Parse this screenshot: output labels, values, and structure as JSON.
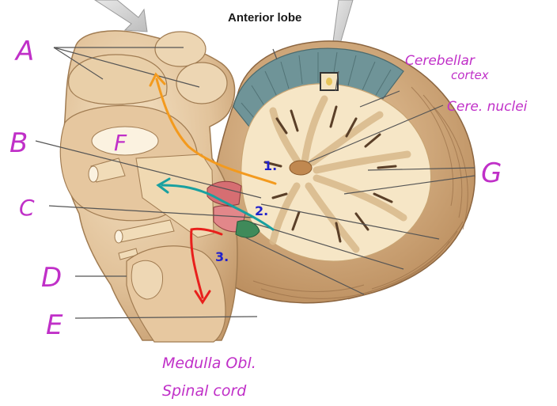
{
  "printed_labels": {
    "anterior_lobe": "Anterior lobe"
  },
  "handwritten": {
    "letters": [
      "A",
      "B",
      "C",
      "D",
      "E",
      "F",
      "G"
    ],
    "notes": {
      "cerebellar_cortex_line1": "Cerebellar",
      "cerebellar_cortex_line2": "cortex",
      "cere_nuclei": "Cere. nuclei",
      "medulla": "Medulla Obl.",
      "spinal_cord": "Spinal cord"
    },
    "numbers": [
      "1.",
      "2.",
      "3."
    ]
  },
  "colors": {
    "letters": "#c030c8",
    "numbers": "#2222cc",
    "pathway_1": "#f39a1e",
    "pathway_2": "#19a0a0",
    "pathway_3": "#e8201c",
    "cortex_lobe": "#5f8a8e",
    "tissue": "#e8cfa6",
    "tissue_dark": "#cfa77a"
  }
}
